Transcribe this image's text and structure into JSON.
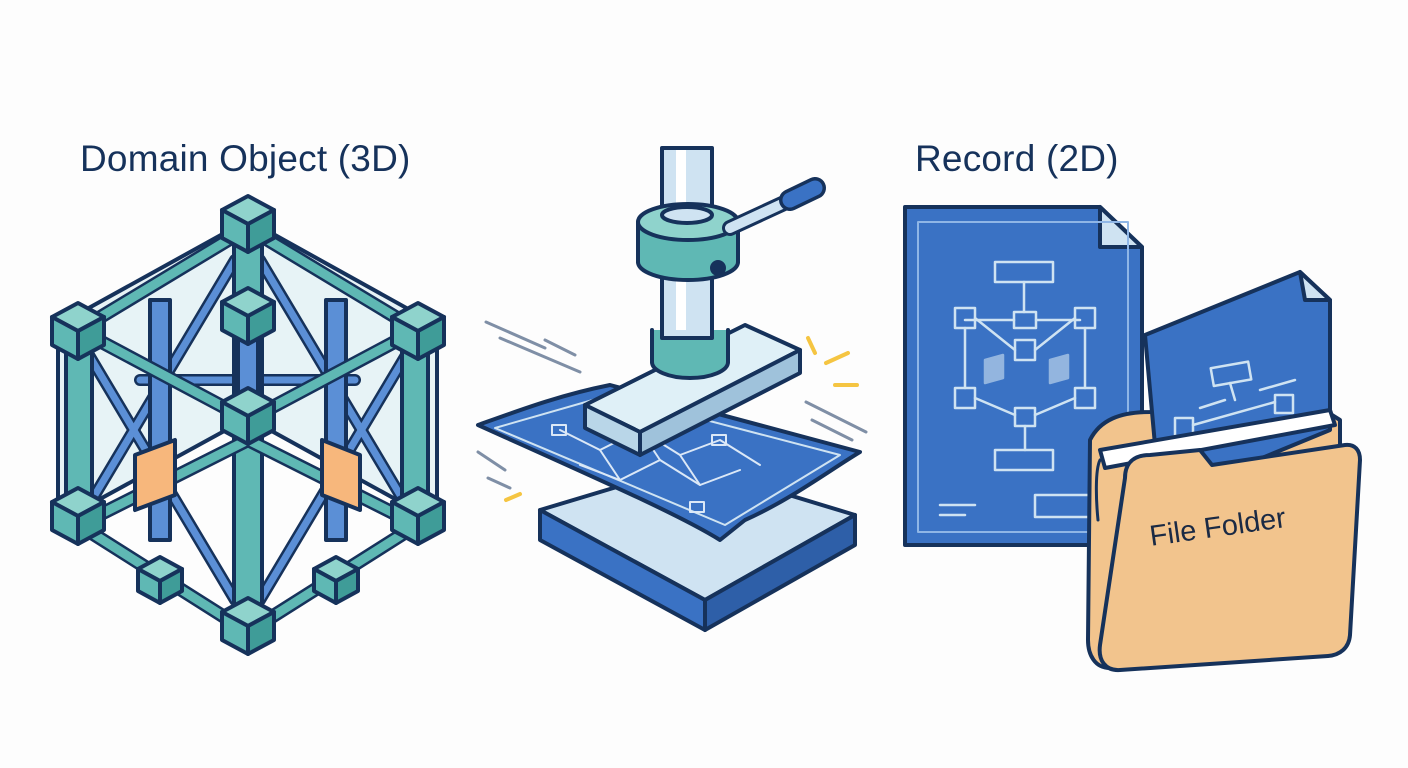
{
  "titles": {
    "left": "Domain Object (3D)",
    "right": "Record (2D)"
  },
  "folder": {
    "label": "File Folder"
  },
  "palette": {
    "outline": "#16325b",
    "teal": "#5fb8b4",
    "teal_light": "#8fd3cc",
    "blue": "#3a72c4",
    "blue_light": "#5b8fd6",
    "steel": "#cfe3f2",
    "orange": "#f7b77c",
    "folder": "#f2c48d",
    "spark": "#f5c542"
  },
  "icons": [
    "cube-lattice-icon",
    "press-icon",
    "blueprint-document-icon",
    "file-folder-icon"
  ]
}
